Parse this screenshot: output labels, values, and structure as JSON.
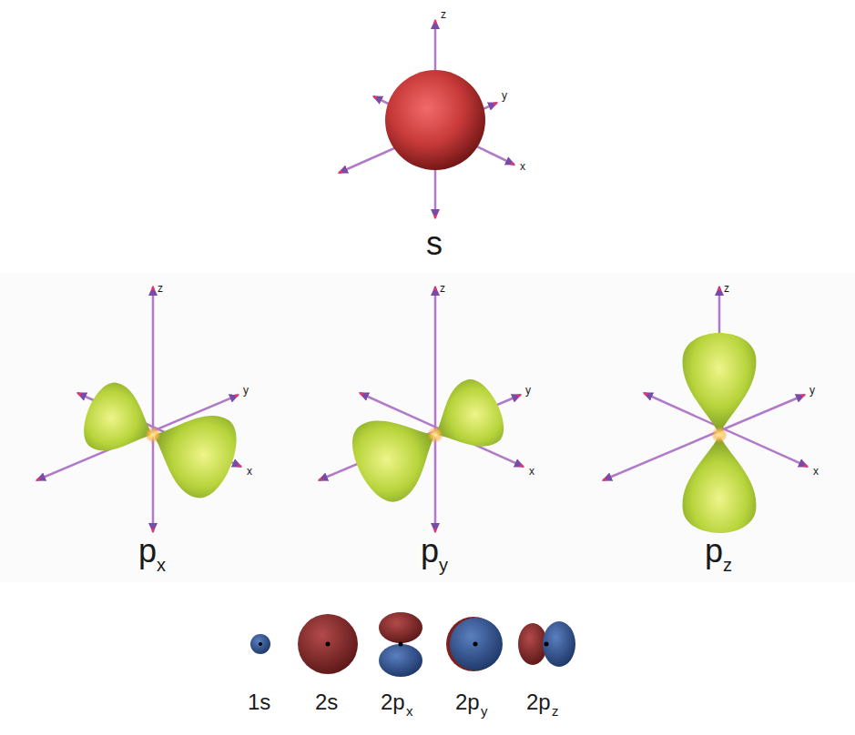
{
  "diagram": {
    "labels": [
      "z",
      "y",
      "x",
      "s",
      "z",
      "y",
      "x",
      "p",
      "x",
      "z",
      "y",
      "x",
      "p",
      "y",
      "z",
      "y",
      "x",
      "p",
      "z",
      "1s",
      "2s",
      "2p",
      "x",
      "2p",
      "y",
      "2p",
      "z"
    ]
  }
}
